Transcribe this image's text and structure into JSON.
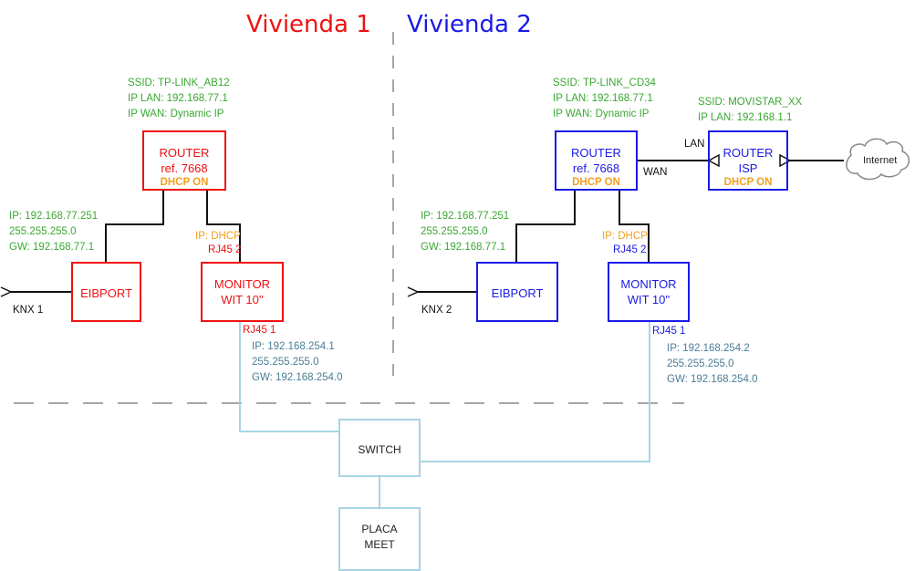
{
  "titles": {
    "vivienda1": "Vivienda 1",
    "vivienda2": "Vivienda 2"
  },
  "colors": {
    "vivienda1": "#ee1111",
    "vivienda2": "#1a1ae6",
    "ip_config": "#3aa832",
    "dhcp": "#f0a020",
    "switch_net": "#a8d4e6",
    "switch_ip": "#4a7d96"
  },
  "v1": {
    "wifi": {
      "ssid": "SSID: TP-LINK_AB12",
      "ip_lan": "IP LAN: 192.168.77.1",
      "ip_wan": "IP WAN: Dynamic IP"
    },
    "router": {
      "line1": "ROUTER",
      "line2": "ref. 7668",
      "dhcp": "DHCP ON"
    },
    "eibport_ip": {
      "ip": "IP: 192.168.77.251",
      "mask": "255.255.255.0",
      "gw": "GW: 192.168.77.1"
    },
    "eibport": {
      "label": "EIBPORT"
    },
    "knx": "KNX 1",
    "monitor_ip": "IP: DHCP",
    "rj45_2": "RJ45 2",
    "monitor": {
      "line1": "MONITOR",
      "line2": "WIT 10''"
    },
    "rj45_1": "RJ45 1",
    "switch_ip": {
      "ip": "IP: 192.168.254.1",
      "mask": "255.255.255.0",
      "gw": "GW: 192.168.254.0"
    }
  },
  "v2": {
    "wifi": {
      "ssid": "SSID: TP-LINK_CD34",
      "ip_lan": "IP LAN: 192.168.77.1",
      "ip_wan": "IP WAN: Dynamic IP"
    },
    "isp_wifi": {
      "ssid": "SSID: MOVISTAR_XX",
      "ip_lan": "IP LAN: 192.168.1.1"
    },
    "router": {
      "line1": "ROUTER",
      "line2": "ref. 7668",
      "dhcp": "DHCP ON"
    },
    "wan": "WAN",
    "lan": "LAN",
    "isp_router": {
      "line1": "ROUTER",
      "line2": "ISP",
      "dhcp": "DHCP ON"
    },
    "internet": "Internet",
    "eibport_ip": {
      "ip": "IP: 192.168.77.251",
      "mask": "255.255.255.0",
      "gw": "GW: 192.168.77.1"
    },
    "eibport": {
      "label": "EIBPORT"
    },
    "knx": "KNX 2",
    "monitor_ip": "IP: DHCP",
    "rj45_2": "RJ45 2",
    "monitor": {
      "line1": "MONITOR",
      "line2": "WIT 10''"
    },
    "rj45_1": "RJ45 1",
    "switch_ip": {
      "ip": "IP: 192.168.254.2",
      "mask": "255.255.255.0",
      "gw": "GW: 192.168.254.0"
    }
  },
  "switch": {
    "label": "SWITCH"
  },
  "placa": {
    "line1": "PLACA",
    "line2": "MEET"
  }
}
